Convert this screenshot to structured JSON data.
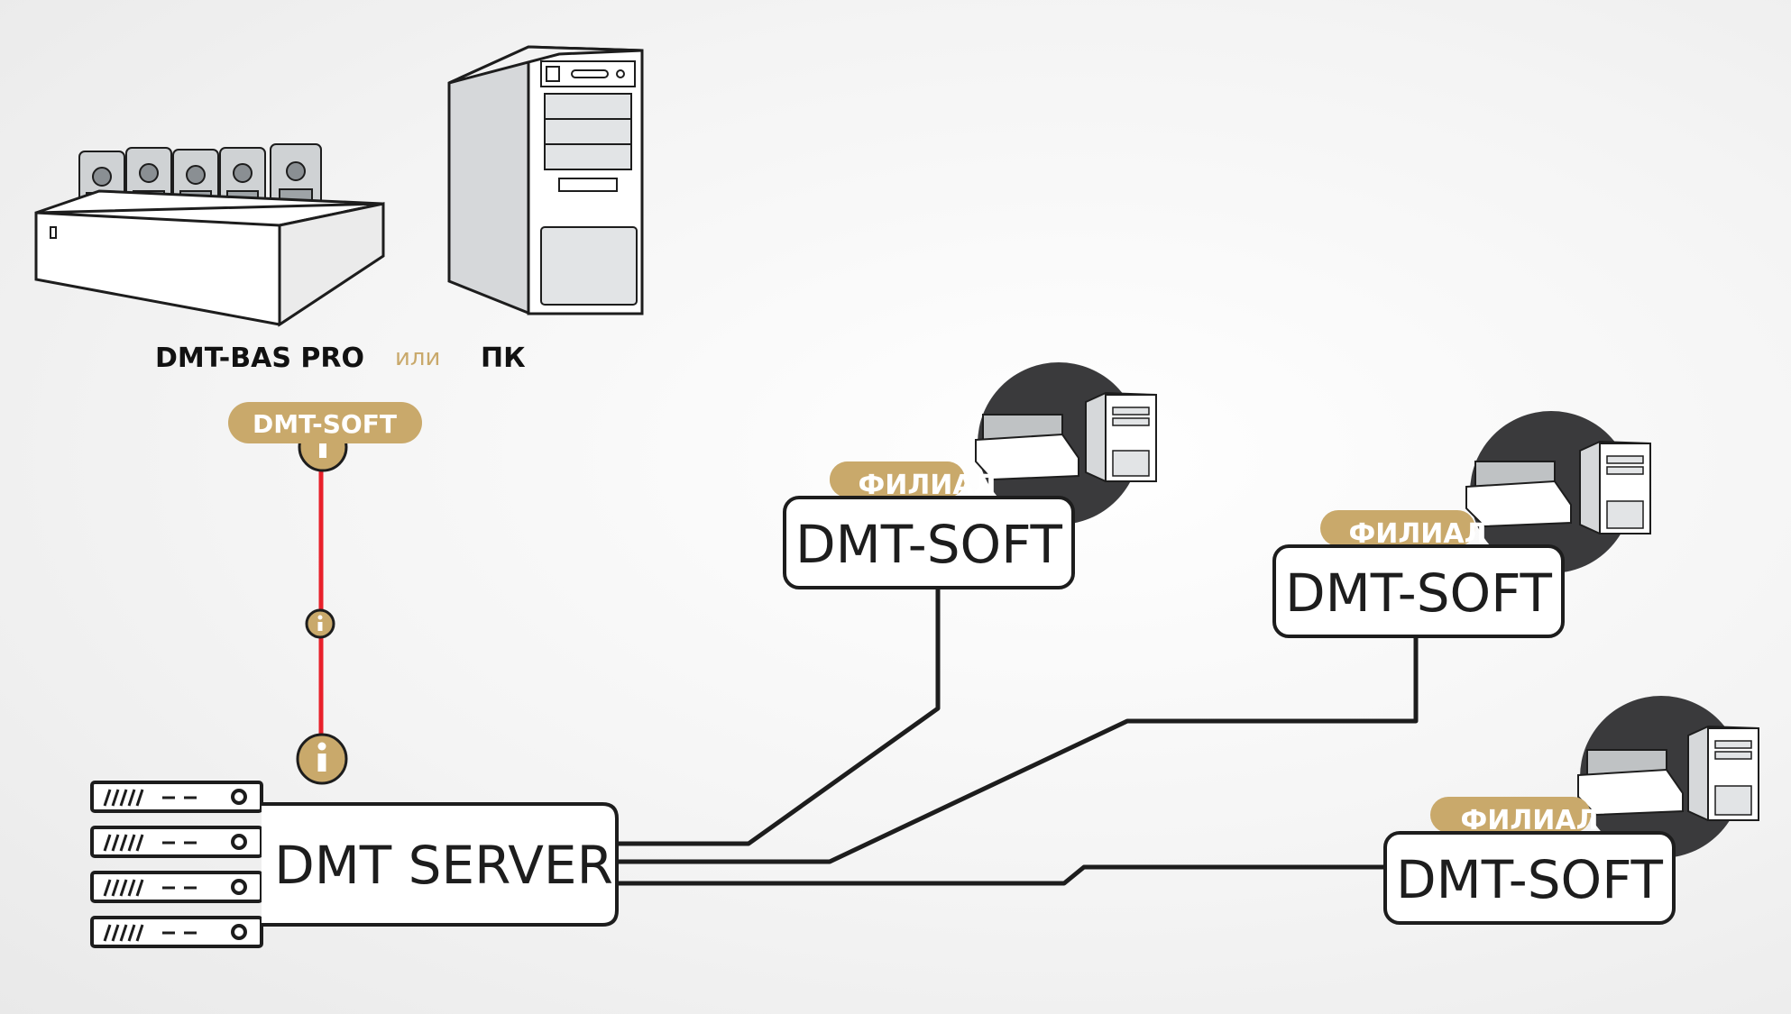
{
  "top_labels": {
    "device_left": "DMT-BAS PRO",
    "separator": "или",
    "device_right": "ПК"
  },
  "local_software_badge": "DMT-SOFT",
  "server": {
    "label": "DMT SERVER"
  },
  "branches": [
    {
      "tag": "ФИЛИАЛ",
      "software": "DMT-SOFT"
    },
    {
      "tag": "ФИЛИАЛ",
      "software": "DMT-SOFT"
    },
    {
      "tag": "ФИЛИАЛ",
      "software": "DMT-SOFT"
    }
  ],
  "colors": {
    "gold": "#c9a96b",
    "link_red": "#e8202a",
    "stroke": "#1d1d1d",
    "circle_bg": "#3a3a3c",
    "background": "#f2f2f2"
  }
}
